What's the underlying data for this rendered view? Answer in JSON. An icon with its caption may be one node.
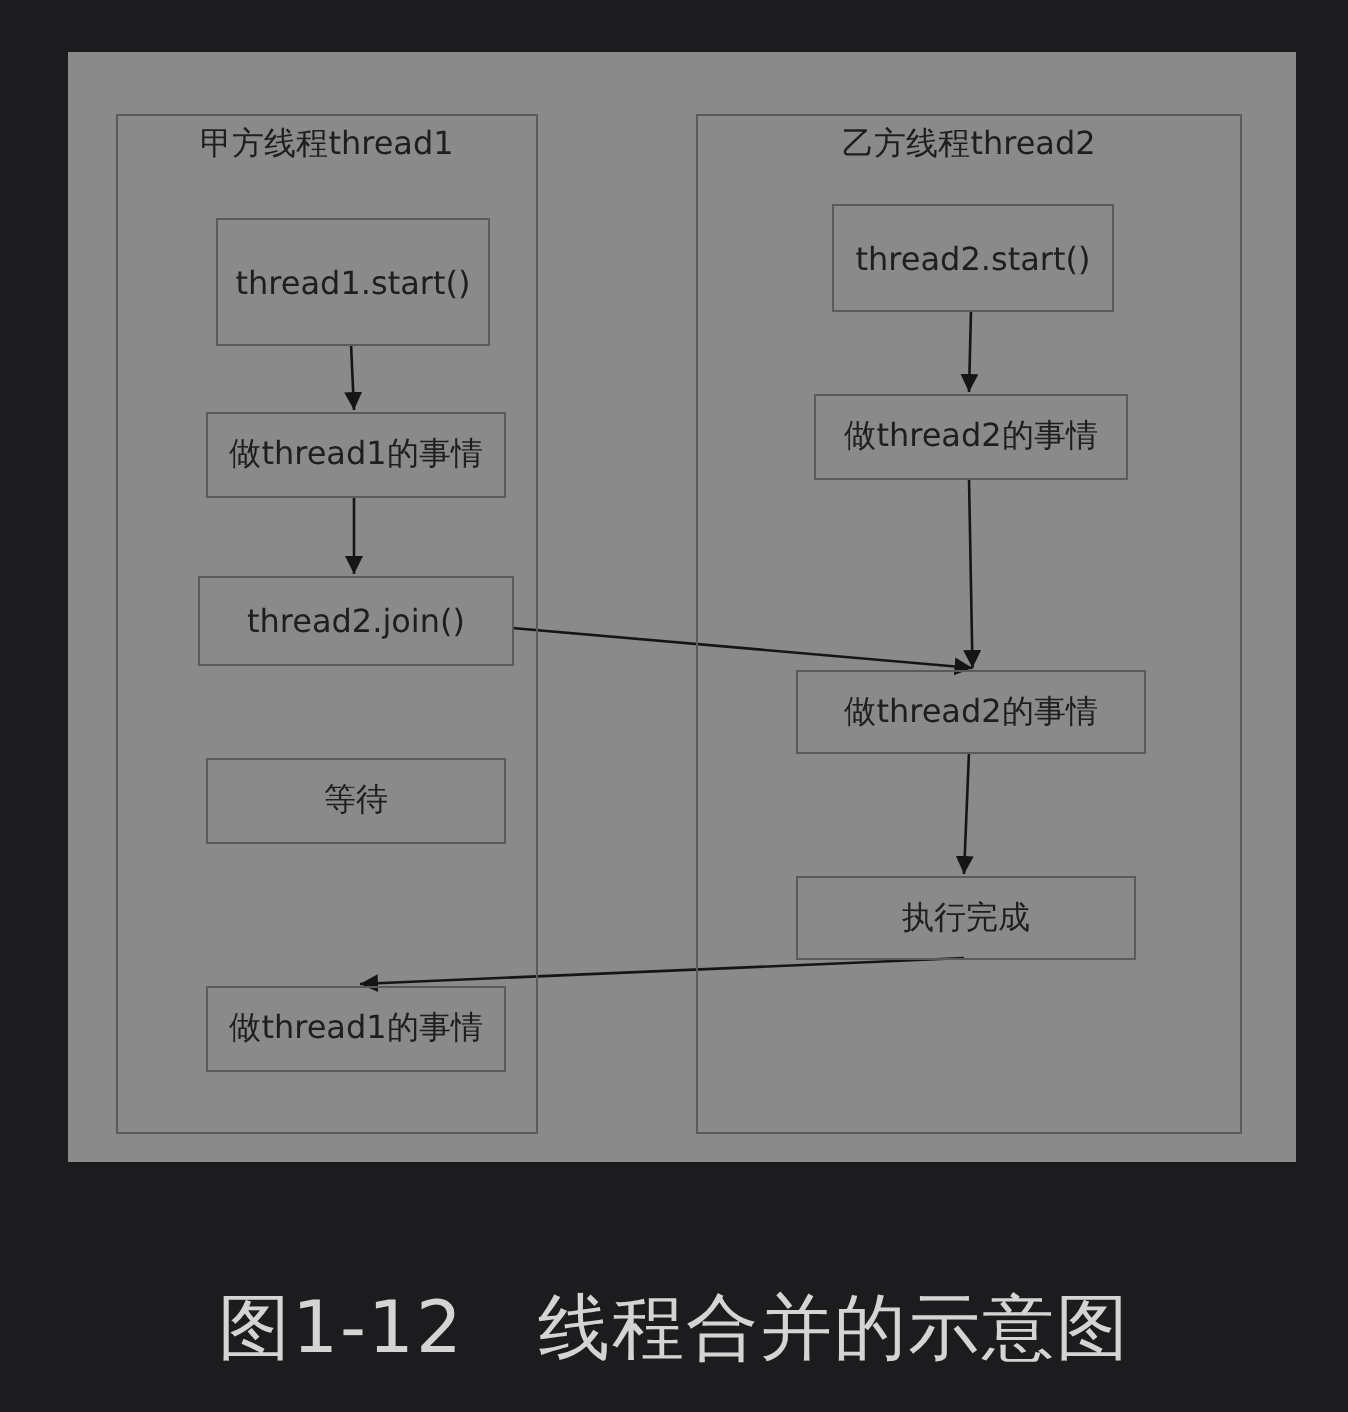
{
  "diagram": {
    "caption": "图1-12　线程合并的示意图",
    "nodes": [
      {
        "text": [
          "甲方线程thread1"
        ]
      },
      {
        "text": [
          "thread1.start()"
        ],
        "in": 0
      },
      {
        "text": [
          "做thread1的事情"
        ],
        "in": 0
      },
      {
        "text": [
          "thread2.join()"
        ],
        "in": 0
      },
      {
        "text": [
          "等待"
        ],
        "in": 0
      },
      {
        "text": [
          "做thread1的事情"
        ],
        "in": 0
      },
      {
        "text": [
          "乙方线程thread2"
        ]
      },
      {
        "text": [
          "thread2.start()"
        ],
        "in": 6
      },
      {
        "text": [
          "做thread2的事情"
        ],
        "in": 6
      },
      {
        "text": [
          "做thread2的事情"
        ],
        "in": 6
      },
      {
        "text": [
          "执行完成"
        ],
        "in": 6
      }
    ],
    "edges": [
      {
        "from": 1,
        "to": 2,
        "arrow": "to"
      },
      {
        "from": 2,
        "to": 3,
        "arrow": "to"
      },
      {
        "from": 7,
        "to": 8,
        "arrow": "to"
      },
      {
        "from": 8,
        "to": 9,
        "arrow": "to"
      },
      {
        "from": 3,
        "to": 9,
        "arrow": "to"
      },
      {
        "from": 9,
        "to": 10,
        "arrow": "to"
      },
      {
        "from": 10,
        "to": 5,
        "arrow": "to"
      }
    ]
  }
}
